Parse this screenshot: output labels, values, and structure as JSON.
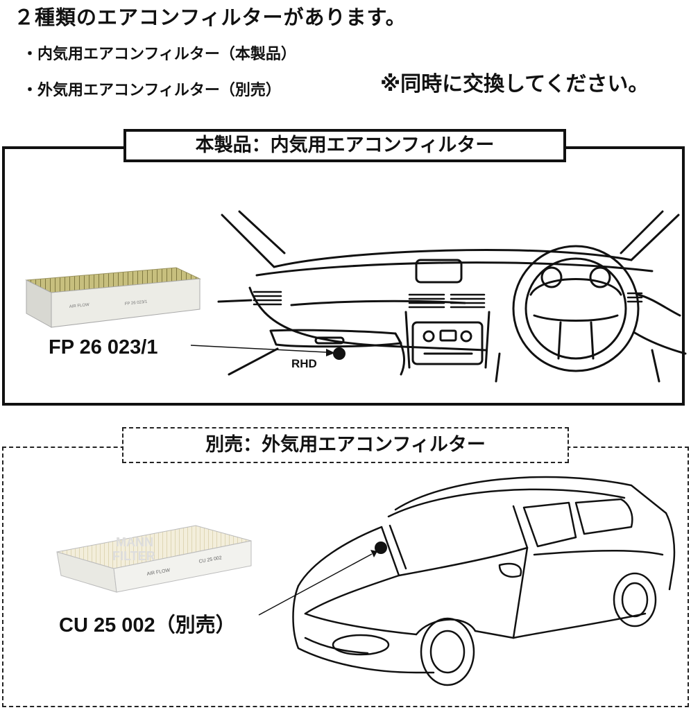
{
  "header": {
    "headline": "２種類のエアコンフィルターがあります。",
    "bullets": [
      "・内気用エアコンフィルター（本製品）",
      "・外気用エアコンフィルター（別売）"
    ],
    "note": "※同時に交換してください。"
  },
  "section_inner": {
    "title": "本製品：内気用エアコンフィルター",
    "part_number": "FP 26 023/1",
    "position_label": "RHD"
  },
  "section_outer": {
    "title": "別売：外気用エアコンフィルター",
    "part_number": "CU 25 002（別売）"
  },
  "filter_inner": {
    "side_text": "FP 26 023/1",
    "air_flow": "AIR FLOW"
  },
  "filter_outer": {
    "brand_line1": "MANN",
    "brand_line2": "FILTER",
    "side_text": "CU 25 002",
    "air_flow": "AIR FLOW"
  },
  "colors": {
    "ink": "#111111",
    "inner_filter_media": "#b9b070",
    "outer_filter_media": "#efe9d2"
  }
}
